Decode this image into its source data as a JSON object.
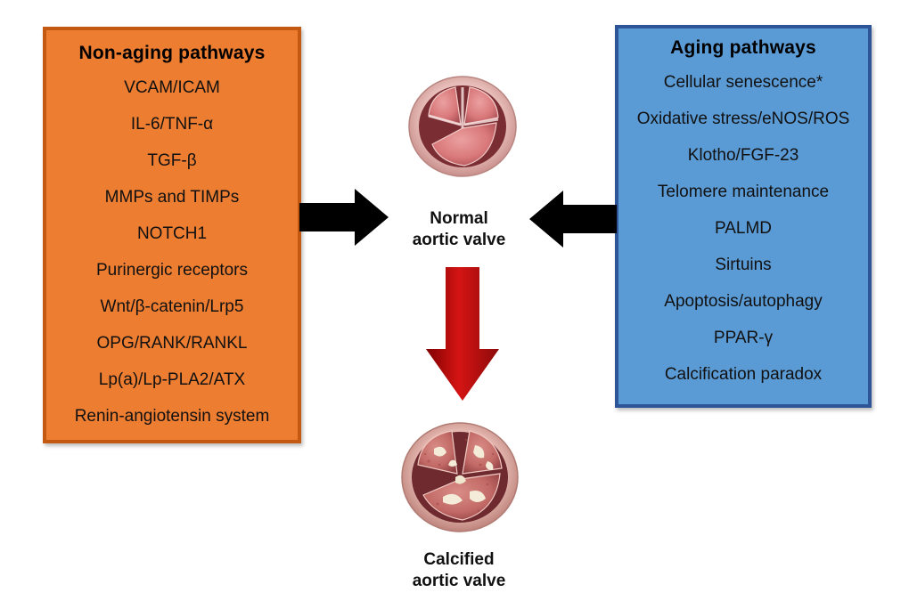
{
  "left_panel": {
    "title": "Non-aging pathways",
    "items": [
      "VCAM/ICAM",
      "IL-6/TNF-α",
      "TGF-β",
      "MMPs and TIMPs",
      "NOTCH1",
      "Purinergic receptors",
      "Wnt/β-catenin/Lrp5",
      "OPG/RANK/RANKL",
      "Lp(a)/Lp-PLA2/ATX",
      "Renin-angiotensin system"
    ],
    "fill_color": "#ed7d31",
    "border_color": "#c45a11"
  },
  "right_panel": {
    "title": "Aging pathways",
    "items": [
      "Cellular senescence*",
      "Oxidative stress/eNOS/ROS",
      "Klotho/FGF-23",
      "Telomere maintenance",
      "PALMD",
      "Sirtuins",
      "Apoptosis/autophagy",
      "PPAR-γ",
      "Calcification paradox"
    ],
    "fill_color": "#5b9bd5",
    "border_color": "#2e5597"
  },
  "center": {
    "normal_label_line1": "Normal",
    "normal_label_line2": "aortic valve",
    "calcified_label_line1": "Calcified",
    "calcified_label_line2": "aortic valve"
  },
  "arrows": {
    "side_arrow_color": "#000000",
    "progression_arrow_color": "#c00000"
  }
}
